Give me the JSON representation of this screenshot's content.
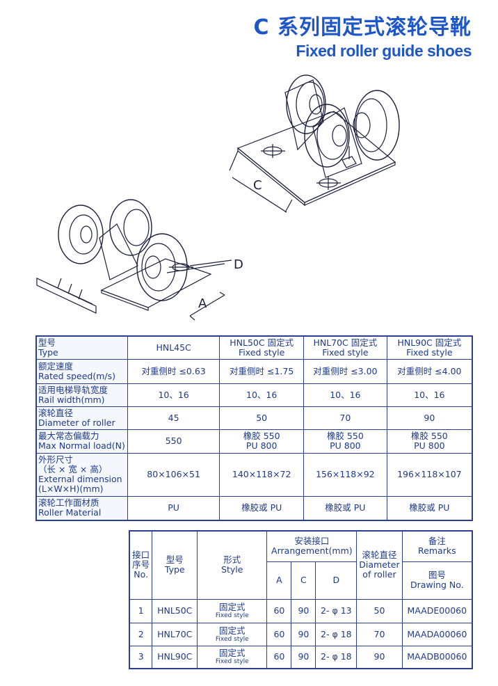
{
  "header": {
    "title_cn": "C 系列固定式滚轮导靴",
    "title_en": "Fixed roller guide shoes"
  },
  "drawings": {
    "dim_c": "C",
    "dim_d": "D",
    "dim_a": "A"
  },
  "spec_table": {
    "header": {
      "label_cn": "型号",
      "label_en": "Type",
      "cols": [
        {
          "cn": "HNL45C",
          "en": ""
        },
        {
          "cn": "HNL50C 固定式",
          "en": "Fixed style"
        },
        {
          "cn": "HNL70C 固定式",
          "en": "Fixed style"
        },
        {
          "cn": "HNL90C 固定式",
          "en": "Fixed style"
        }
      ]
    },
    "rows": [
      {
        "label_cn": "额定速度",
        "label_en": "Rated speed(m/s)",
        "values": [
          {
            "a": "对重侧时 ≤0.63"
          },
          {
            "a": "对重侧时 ≤1.75"
          },
          {
            "a": "对重侧时 ≤3.00"
          },
          {
            "a": "对重侧时 ≤4.00"
          }
        ]
      },
      {
        "label_cn": "适用电梯导轨宽度",
        "label_en": "Rail width(mm)",
        "values": [
          {
            "a": "10、16"
          },
          {
            "a": "10、16"
          },
          {
            "a": "10、16"
          },
          {
            "a": "10、16"
          }
        ]
      },
      {
        "label_cn": "滚轮直径",
        "label_en": "Diameter of roller",
        "values": [
          {
            "a": "45"
          },
          {
            "a": "50"
          },
          {
            "a": "70"
          },
          {
            "a": "90"
          }
        ]
      },
      {
        "label_cn": "最大常态偏载力",
        "label_en": "Max Normal load(N)",
        "values": [
          {
            "a": "550"
          },
          {
            "a": "橡胶 550",
            "b": "PU 800"
          },
          {
            "a": "橡胶 550",
            "b": "PU 800"
          },
          {
            "a": "橡胶 550",
            "b": "PU 800"
          }
        ]
      },
      {
        "label_cn": "外形尺寸",
        "label_cn2": "（长 × 宽 × 高）",
        "label_en": "External dimension",
        "label_en2": "(L×W×H)(mm)",
        "values": [
          {
            "a": "80×106×51"
          },
          {
            "a": "140×118×72"
          },
          {
            "a": "156×118×92"
          },
          {
            "a": "196×118×107"
          }
        ]
      },
      {
        "label_cn": "滚轮工作面材质",
        "label_en": "Roller  Material",
        "values": [
          {
            "a": "PU"
          },
          {
            "a": "橡胶或 PU"
          },
          {
            "a": "橡胶或 PU"
          },
          {
            "a": "橡胶或 PU"
          }
        ]
      }
    ]
  },
  "arrangement_table": {
    "headers": {
      "no_cn1": "接口",
      "no_cn2": "序号",
      "no_en": "No.",
      "type_cn": "型号",
      "type_en": "Type",
      "style_cn": "形式",
      "style_en": "Style",
      "arr_cn": "安装接口",
      "arr_en": "Arrangement(mm)",
      "a": "A",
      "c": "C",
      "d": "D",
      "dia_cn": "滚轮直径",
      "dia_en1": "Diameter",
      "dia_en2": "of roller",
      "rem_cn": "备注",
      "rem_en": "Remarks",
      "draw_cn": "图号",
      "draw_en": "Drawing No."
    },
    "rows": [
      {
        "no": "1",
        "type": "HNL50C",
        "style_cn": "固定式",
        "style_en": "Fixed style",
        "a": "60",
        "c": "90",
        "d": "2- φ 13",
        "dia": "50",
        "drawing": "MAADE00060"
      },
      {
        "no": "2",
        "type": "HNL70C",
        "style_cn": "固定式",
        "style_en": "Fixed style",
        "a": "60",
        "c": "90",
        "d": "2- φ 18",
        "dia": "70",
        "drawing": "MAADA00060"
      },
      {
        "no": "3",
        "type": "HNL90C",
        "style_cn": "固定式",
        "style_en": "Fixed style",
        "a": "60",
        "c": "90",
        "d": "2- φ 18",
        "dia": "90",
        "drawing": "MAADB00060"
      }
    ]
  }
}
